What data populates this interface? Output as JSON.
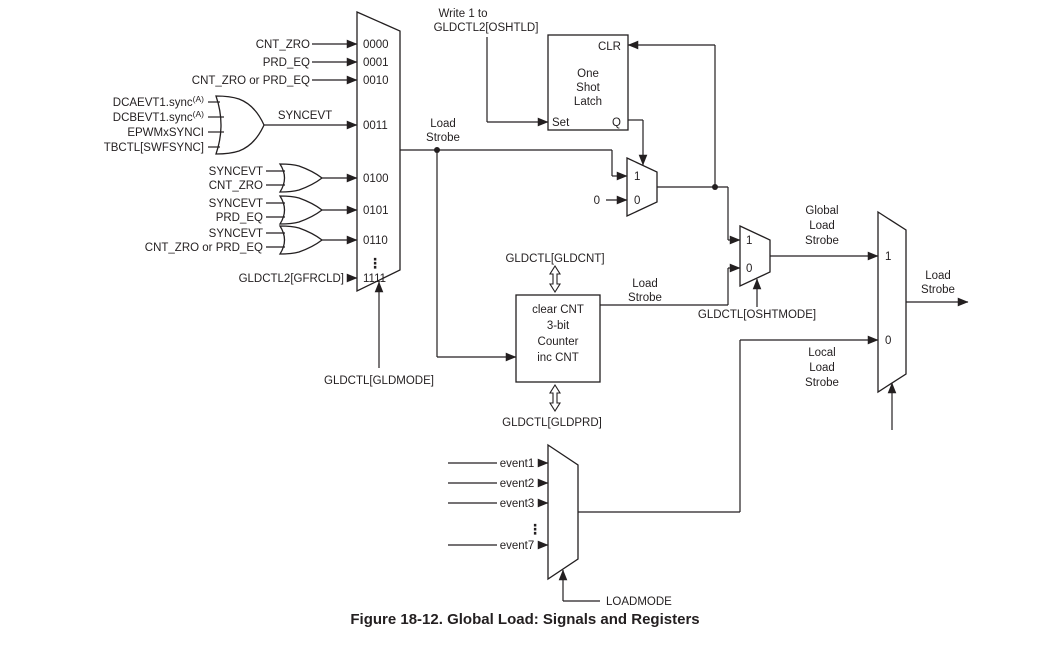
{
  "caption": "Figure 18-12. Global Load: Signals and Registers",
  "colors": {
    "line": "#231f20",
    "background": "#ffffff"
  },
  "main_mux": {
    "codes": [
      "0000",
      "0001",
      "0010",
      "0011",
      "0100",
      "0101",
      "0110",
      "1111"
    ],
    "ellipsis": "⋮",
    "select": "GLDCTL[GLDMODE]",
    "output_label": [
      "Load",
      "Strobe"
    ]
  },
  "direct_inputs": [
    "CNT_ZRO",
    "PRD_EQ",
    "CNT_ZRO or PRD_EQ"
  ],
  "force_input": "GLDCTL2[GFRCLD]",
  "sync_or": {
    "inputs": [
      {
        "base": "DCAEVT1.sync",
        "sup": "(A)"
      },
      {
        "base": "DCBEVT1.sync",
        "sup": "(A)"
      },
      {
        "base": "EPWMxSYNCI",
        "sup": ""
      },
      {
        "base": "TBCTL[SWFSYNC]",
        "sup": ""
      }
    ],
    "output": "SYNCEVT"
  },
  "or_gates": [
    {
      "in1": "SYNCEVT",
      "in2": "CNT_ZRO"
    },
    {
      "in1": "SYNCEVT",
      "in2": "PRD_EQ"
    },
    {
      "in1": "SYNCEVT",
      "in2": "CNT_ZRO or PRD_EQ"
    }
  ],
  "one_shot": {
    "trigger": [
      "Write 1 to",
      "GLDCTL2[OSHTLD]"
    ],
    "clr": "CLR",
    "name": [
      "One",
      "Shot",
      "Latch"
    ],
    "set": "Set",
    "q": "Q"
  },
  "oneshot_mux": {
    "in1": "1",
    "in0": "0",
    "const0": "0"
  },
  "oshtmode_mux": {
    "in1": "1",
    "in0": "0",
    "select": "GLDCTL[OSHTMODE]"
  },
  "counter": {
    "rows": [
      "clear CNT",
      "3-bit",
      "Counter",
      "inc CNT"
    ],
    "reg_top": "GLDCTL[GLDCNT]",
    "reg_bottom": "GLDCTL[GLDPRD]",
    "output_label": [
      "Load",
      "Strobe"
    ]
  },
  "strobes": {
    "global": [
      "Global",
      "Load",
      "Strobe"
    ],
    "local": [
      "Local",
      "Load",
      "Strobe"
    ]
  },
  "out_mux": {
    "in1": "1",
    "in0": "0",
    "output_label": [
      "Load",
      "Strobe"
    ]
  },
  "event_mux": {
    "events": [
      "event1",
      "event2",
      "event3",
      "event7"
    ],
    "ellipsis": "⋮",
    "select": "LOADMODE"
  }
}
